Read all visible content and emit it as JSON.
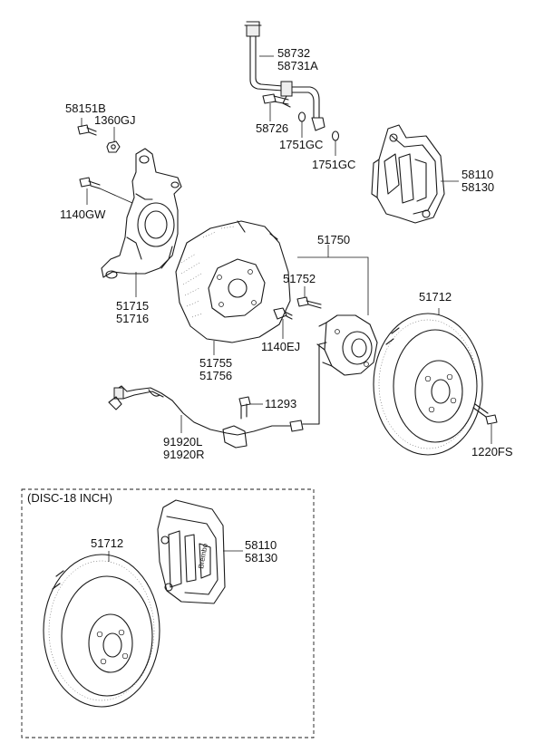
{
  "diagram": {
    "box_title": "(DISC-18 INCH)",
    "labels": {
      "brake_hose_a": "58732",
      "brake_hose_b": "58731A",
      "bolt_58151b": "58151B",
      "nut_1360gj": "1360GJ",
      "bolt_58726": "58726",
      "gasket_upper": "1751GC",
      "gasket_lower": "1751GC",
      "caliper_a": "58110",
      "caliper_b": "58130",
      "bolt_1140gw": "1140GW",
      "hub_assembly": "51750",
      "hub_bolt": "51752",
      "disc": "51712",
      "knuckle_a": "51715",
      "knuckle_b": "51716",
      "dust_cover_a": "51755",
      "dust_cover_b": "51756",
      "bolt_1140ej": "1140EJ",
      "bolt_11293": "11293",
      "sensor_a": "91920L",
      "sensor_b": "91920R",
      "screw_1220fs": "1220FS",
      "disc_18": "51712",
      "caliper_18_a": "58110",
      "caliper_18_b": "58130"
    }
  }
}
